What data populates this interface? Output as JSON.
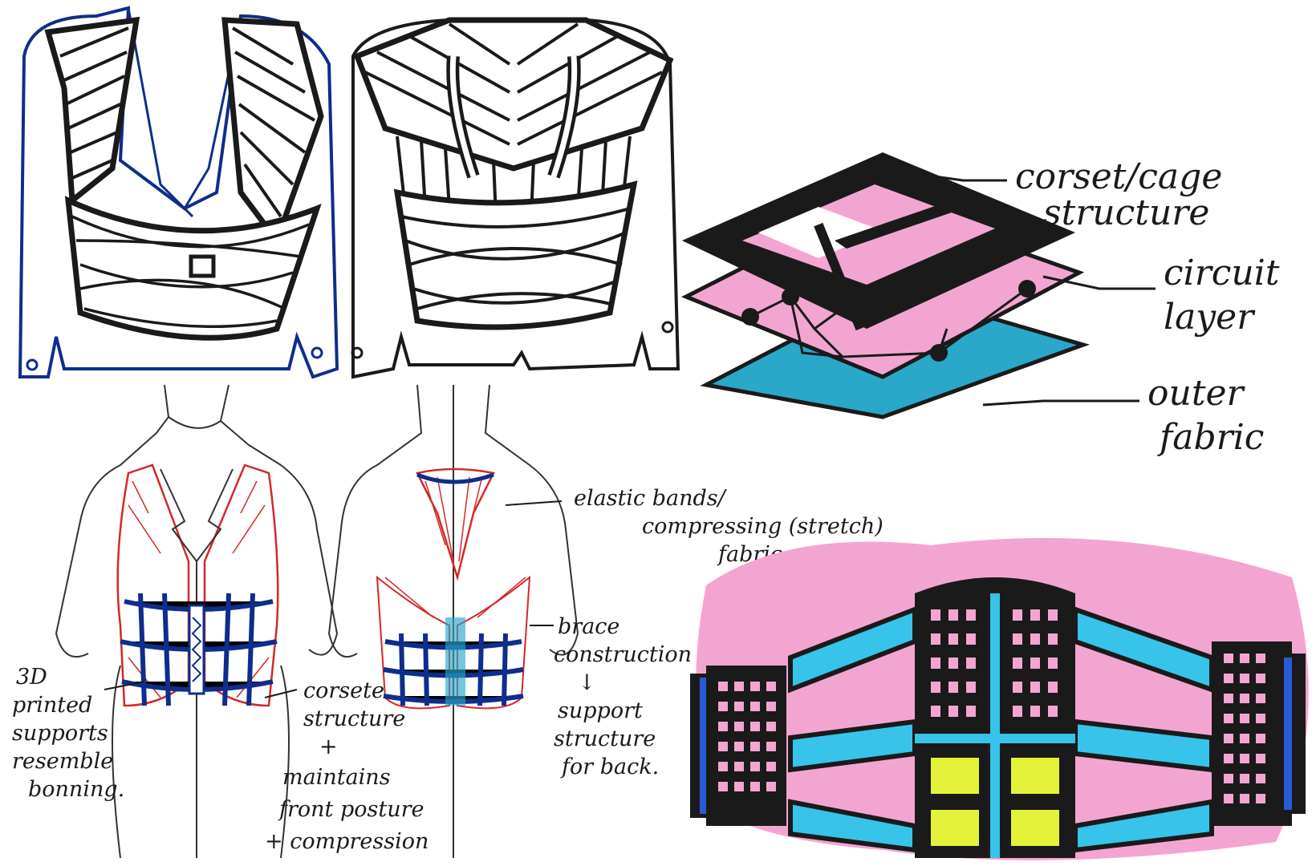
{
  "colors": {
    "ink": "#1a1a1a",
    "blue_ink": "#0f2d8c",
    "red_ink": "#d42828",
    "pink": "#f3a5d2",
    "teal": "#2aa7c9",
    "cyan_band": "#38c3ea",
    "lime": "#e4f23a"
  },
  "layer_diagram": {
    "labels": [
      {
        "line1": "corset/cage",
        "line2": "structure"
      },
      {
        "line1": "circuit",
        "line2": "layer"
      },
      {
        "line1": "outer",
        "line2": "fabric"
      }
    ]
  },
  "annotations": {
    "elastic": [
      "elastic bands/",
      "compressing (stretch)",
      "fabric."
    ],
    "brace": [
      "brace",
      "construction",
      "↓",
      "support",
      "structure",
      "for back."
    ],
    "printed": [
      "3D",
      "printed",
      "supports",
      "resemble",
      "bonning."
    ],
    "corsete": [
      "corsete",
      "structure",
      "+",
      "maintains",
      "front posture",
      "+ compression"
    ]
  },
  "icons": [
    "jacket-front-sketch",
    "jacket-back-sketch",
    "layer-stack-sketch",
    "figure-front-sketch",
    "figure-back-sketch",
    "belt-sketch"
  ]
}
